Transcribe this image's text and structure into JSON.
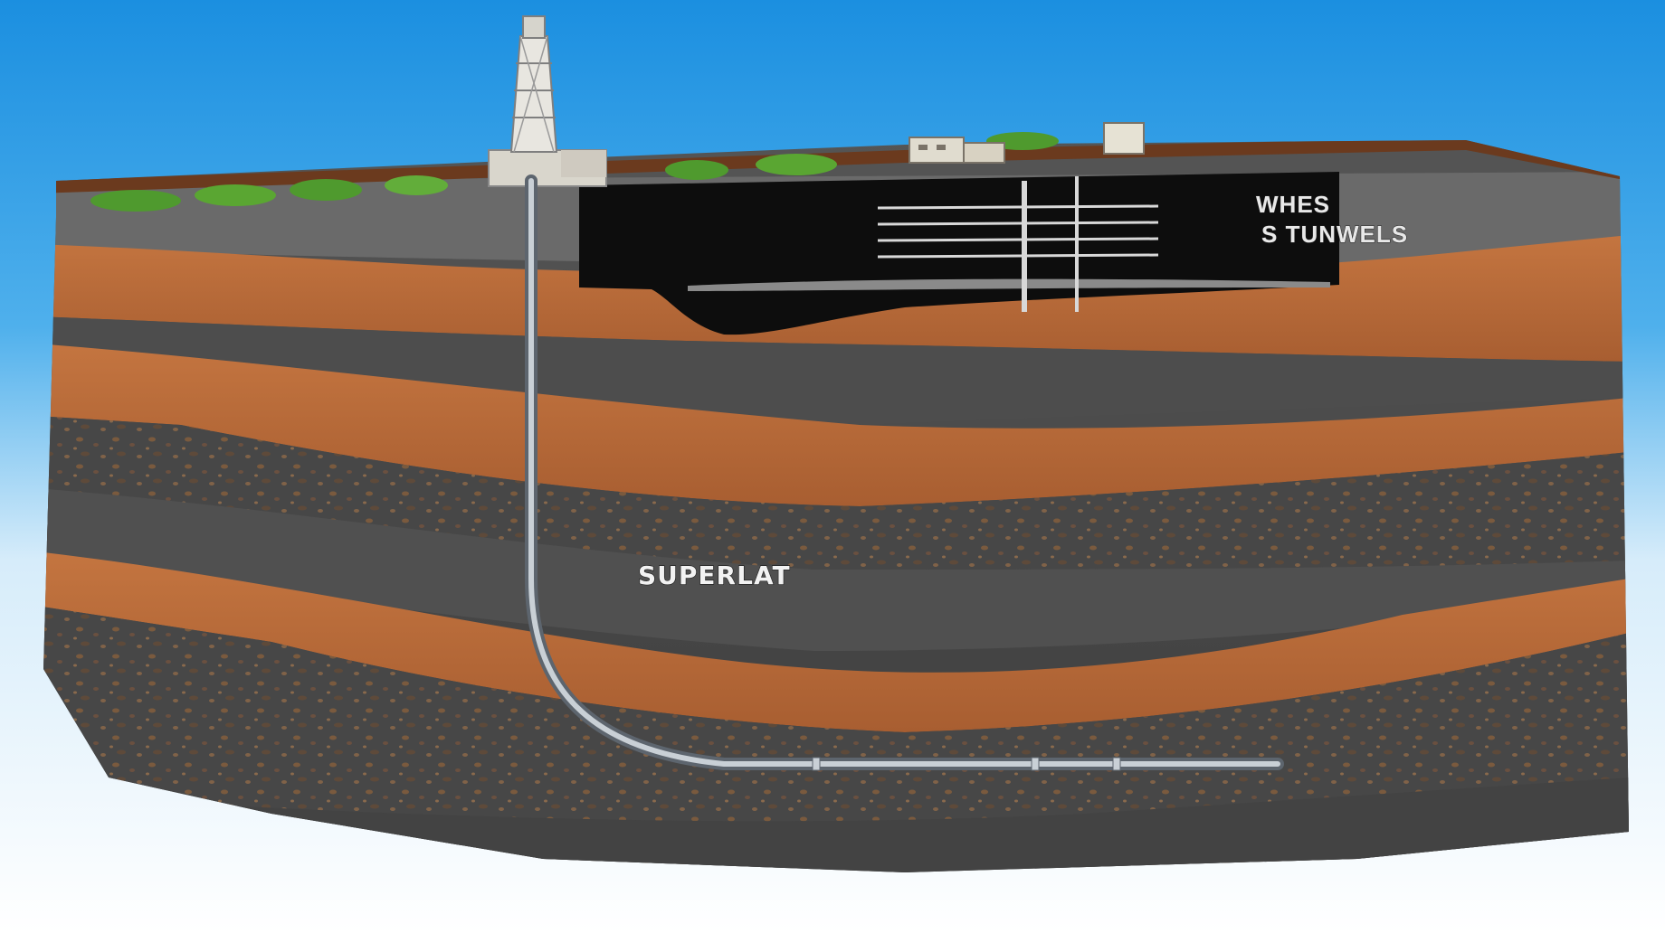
{
  "labels": {
    "tunnels_line1": "WHES",
    "tunnels_line2": "S TUNWELS",
    "superlat": "SUPERLAT"
  },
  "icons": {
    "drilling_rig": "drilling-rig-icon",
    "surface_buildings": "building-icon"
  },
  "colors": {
    "sky_top": "#1b8fe0",
    "sky_bottom": "#e8f4fb",
    "grass": "#4f9a2e",
    "topsoil": "#6b3a1e",
    "clay_layer": "#b8693a",
    "dark_rock": "#4a4a4a",
    "cavity": "#0d0d0d",
    "pipe": "#9aa3ab"
  }
}
